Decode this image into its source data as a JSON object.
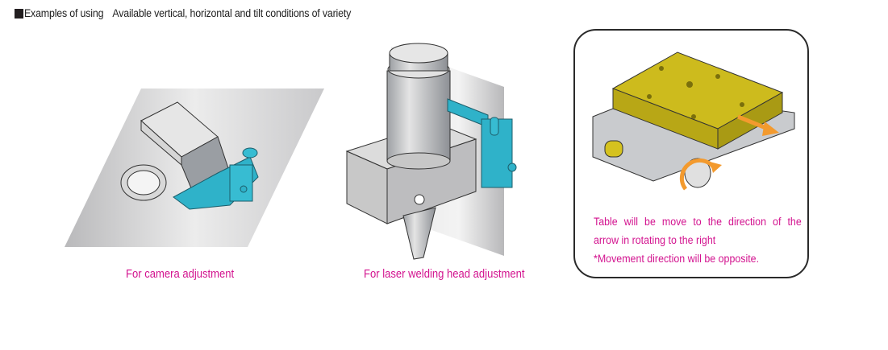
{
  "heading": {
    "bullet_icon": "black-square",
    "label": "Examples of using",
    "description": "Available vertical, horizontal and tilt conditions of variety"
  },
  "examples": [
    {
      "caption": "For camera adjustment",
      "illustration": "camera-on-tilted-plate-with-xy-stage"
    },
    {
      "caption": "For laser welding head adjustment",
      "illustration": "laser-head-on-vertical-wall-with-stage"
    }
  ],
  "info_box": {
    "illustration": "xy-stage-with-rotating-knob-and-direction-arrow",
    "note_lines": [
      "Table will be move to the direction of the",
      "arrow in rotating to the right",
      "*Movement direction will be opposite."
    ]
  },
  "colors": {
    "caption": "#d3138f",
    "stage_cyan": "#2fb2c9",
    "table_yellow": "#d4c21c",
    "arrow_orange": "#f39a2e"
  }
}
